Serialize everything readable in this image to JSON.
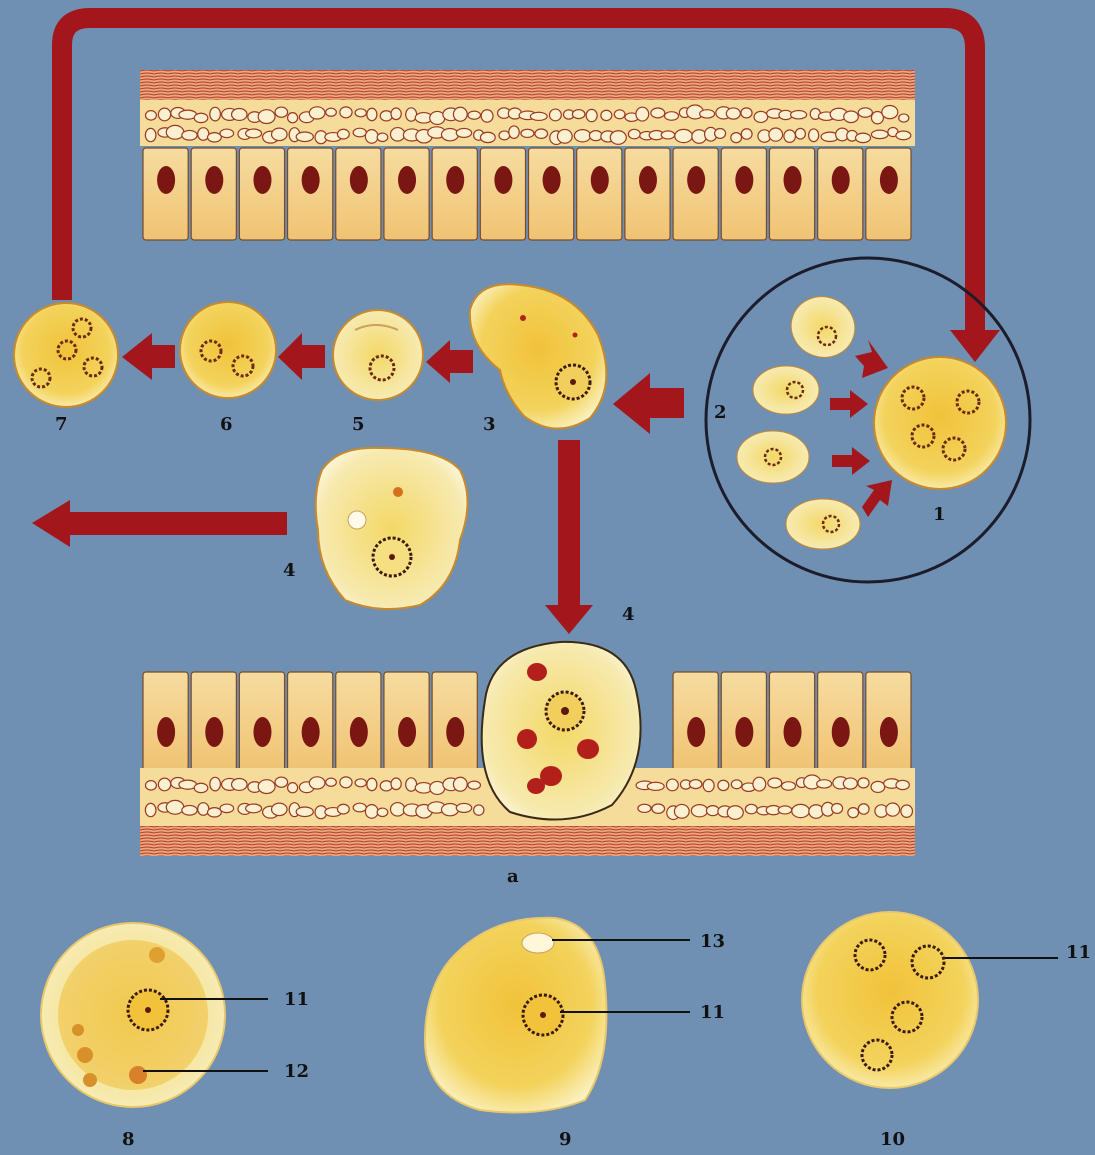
{
  "diagram": {
    "labels": {
      "stage_1": "1",
      "stage_2": "2",
      "stage_3": "3",
      "stage_4_left": "4",
      "stage_4_center": "4",
      "stage_5": "5",
      "stage_6": "6",
      "stage_7": "7",
      "stage_8": "8",
      "stage_9": "9",
      "stage_10": "10",
      "panel_a": "a",
      "callout_11_fig8": "11",
      "callout_12_fig8": "12",
      "callout_13_fig9": "13",
      "callout_11_fig9": "11",
      "callout_11_fig10": "11"
    },
    "colors": {
      "background": "#6f8fb3",
      "arrow": "#a3161b",
      "cyst_fill": "#f3cf45",
      "cyst_pale": "#f6e9a0",
      "tissue_fill": "#f2c874",
      "cell_nucleus": "#7a1712",
      "circle_outline": "#1c1c2a"
    }
  }
}
